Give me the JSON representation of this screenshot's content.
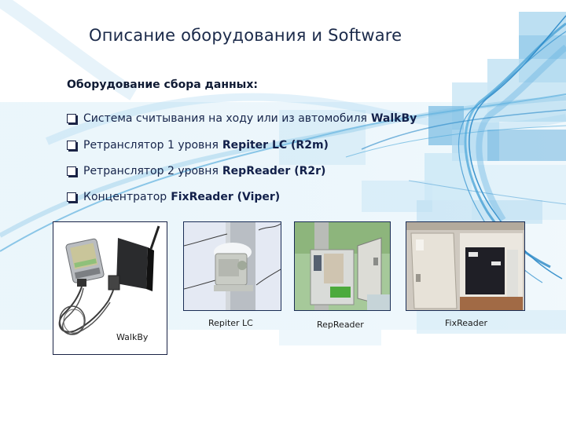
{
  "slide": {
    "title": "Описание оборудования и Software",
    "subtitle": "Оборудование сбора данных:",
    "bullets": [
      {
        "text": "Система считывания на ходу или из автомобиля",
        "bold": "WalkBy"
      },
      {
        "text": "Ретранслятор 1 уровня",
        "bold": "Repiter LC (R2m)"
      },
      {
        "text": "Ретранслятор 2 уровня",
        "bold": "RepReader (R2r)"
      },
      {
        "text": "Концентратор",
        "bold": "FixReader (Viper)"
      }
    ],
    "bullet_icon": "checkbox-square-icon",
    "photos": [
      {
        "caption": "WalkBy",
        "alt": "walkby-handheld-device-photo"
      },
      {
        "caption": "Repiter LC",
        "alt": "repeater-on-pole-photo"
      },
      {
        "caption": "RepReader",
        "alt": "repreader-cabinet-photo"
      },
      {
        "caption": "FixReader",
        "alt": "fixreader-cabinet-photo"
      }
    ]
  },
  "colors": {
    "title": "#1b2a4a",
    "text": "#16244a",
    "accent_blue": "#2f8fcb",
    "light_blue": "#bfe2f3",
    "frame": "#1a2d55"
  }
}
